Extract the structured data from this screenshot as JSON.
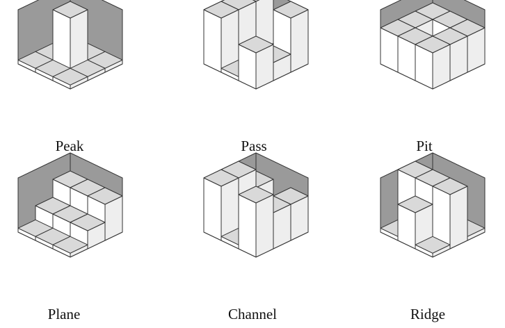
{
  "figure": {
    "colors": {
      "wall": "#9a9a9a",
      "floor": "#ffffff",
      "top": "#d9d9d9",
      "left_face": "#ffffff",
      "right_face": "#eeeeee",
      "edge": "#333333"
    },
    "panels": [
      {
        "label": "Peak",
        "heights": [
          [
            0,
            0,
            0
          ],
          [
            0,
            3,
            0
          ],
          [
            0,
            0,
            0
          ]
        ]
      },
      {
        "label": "Pass",
        "heights": [
          [
            3,
            3,
            3
          ],
          [
            0,
            1,
            0
          ],
          [
            3,
            1,
            2
          ]
        ]
      },
      {
        "label": "Pit",
        "heights": [
          [
            2,
            2,
            2
          ],
          [
            2,
            0,
            2
          ],
          [
            2,
            2,
            2
          ]
        ]
      },
      {
        "label": "Plane",
        "heights": [
          [
            2,
            1,
            0
          ],
          [
            2,
            1,
            0
          ],
          [
            2,
            1,
            0
          ]
        ]
      },
      {
        "label": "Channel",
        "heights": [
          [
            2,
            3,
            3
          ],
          [
            0,
            0,
            0
          ],
          [
            2,
            2,
            3
          ]
        ]
      },
      {
        "label": "Ridge",
        "heights": [
          [
            0,
            3,
            0
          ],
          [
            0,
            3,
            2
          ],
          [
            0,
            3,
            0
          ]
        ]
      }
    ]
  }
}
